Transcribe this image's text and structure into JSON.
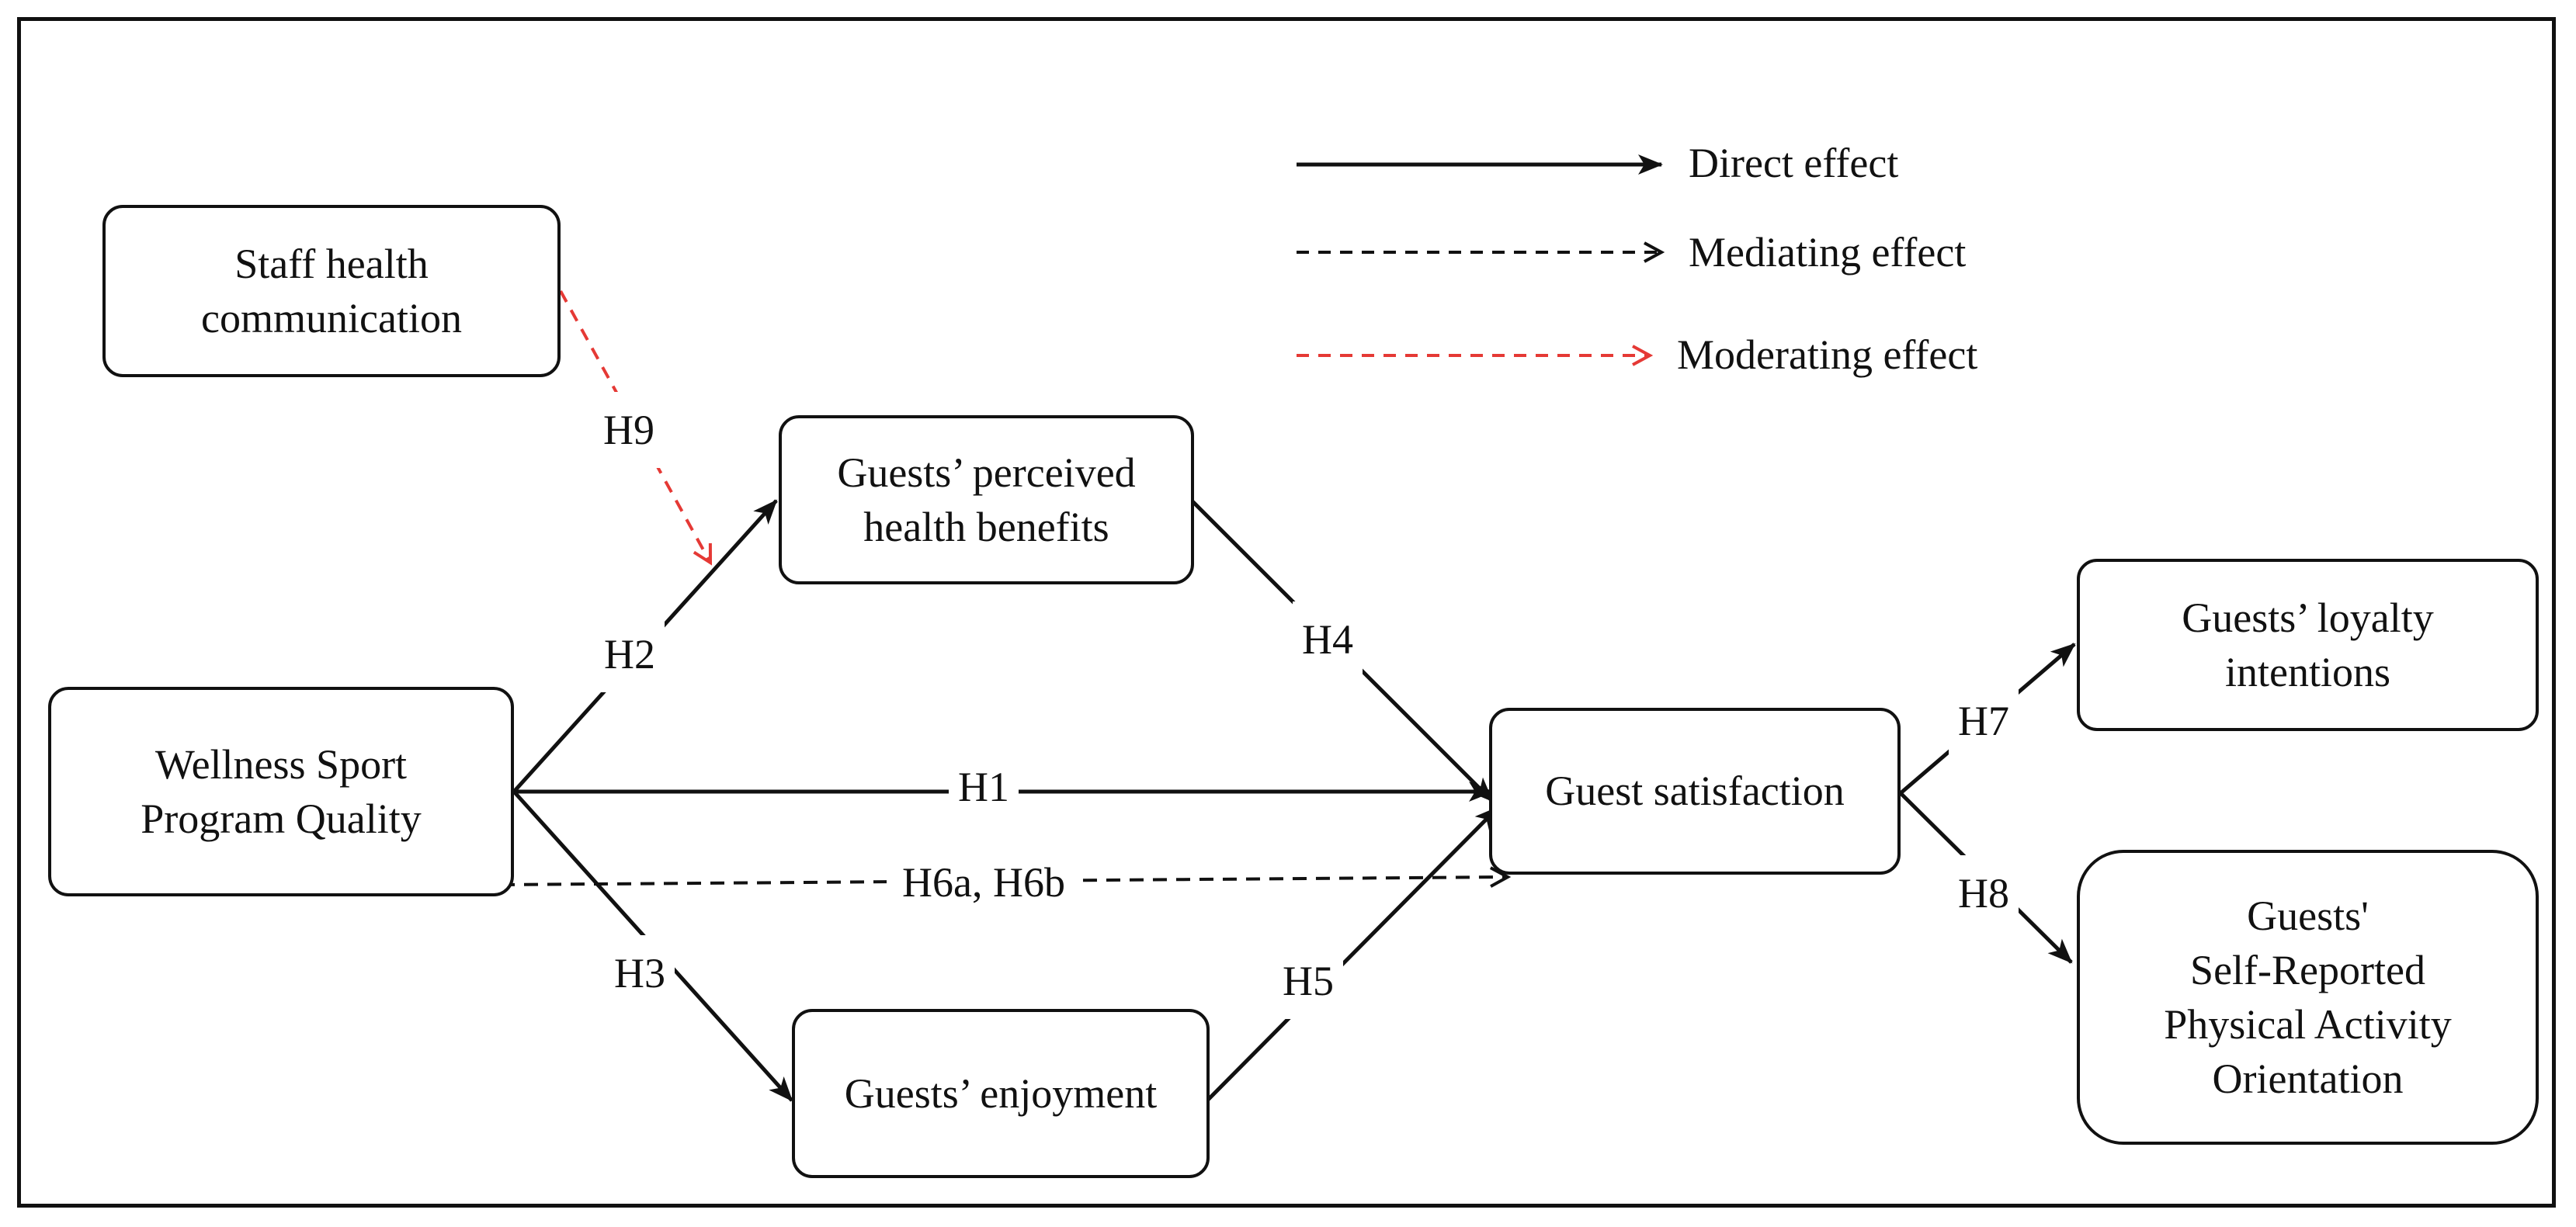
{
  "nodes": {
    "staff": "Staff health\ncommunication",
    "perceived": "Guests’ perceived\nhealth benefits",
    "wellness": "Wellness Sport\nProgram Quality",
    "satisfaction": "Guest satisfaction",
    "enjoyment": "Guests’ enjoyment",
    "loyalty": "Guests’ loyalty\nintentions",
    "activity": "Guests'\nSelf-Reported\nPhysical Activity\nOrientation"
  },
  "edges": {
    "h1": "H1",
    "h2": "H2",
    "h3": "H3",
    "h4": "H4",
    "h5": "H5",
    "h6": "H6a, H6b",
    "h7": "H7",
    "h8": "H8",
    "h9": "H9"
  },
  "legend": {
    "direct": "Direct effect",
    "mediating": "Mediating effect",
    "moderating": "Moderating effect"
  },
  "colors": {
    "line": "#111111",
    "moderating": "#e53935"
  }
}
